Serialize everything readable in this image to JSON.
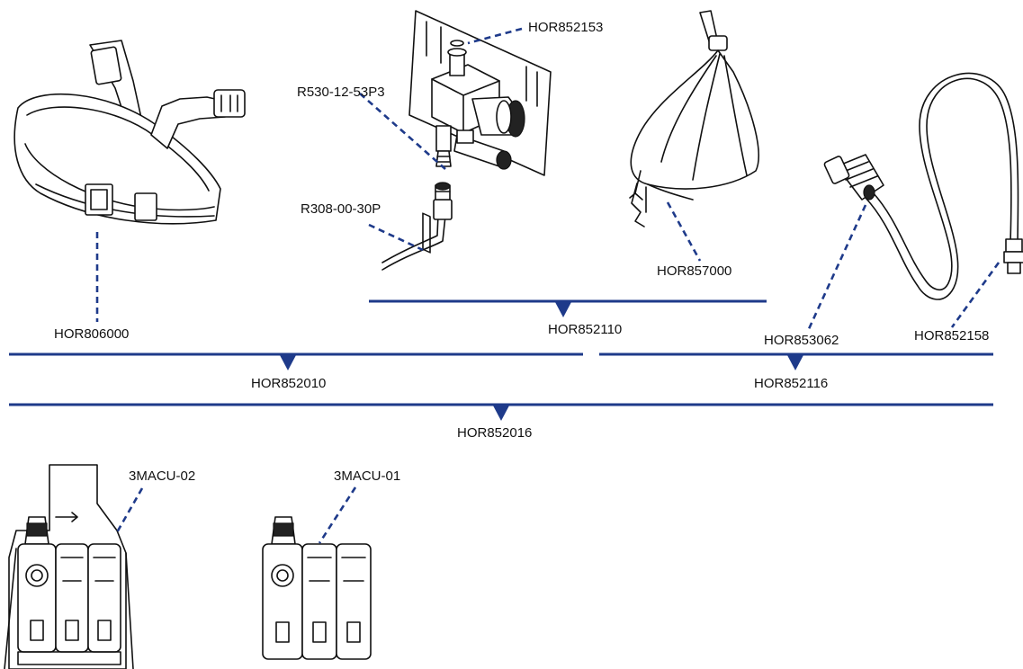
{
  "colors": {
    "accent": "#1e3a8a",
    "ink": "#111111",
    "background": "#ffffff"
  },
  "parts": {
    "belt": "HOR806000",
    "valve": "HOR852153",
    "connector": "R530-12-53P3",
    "hose_fitting": "R308-00-30P",
    "bag": "HOR857000",
    "coupler": "HOR853062",
    "breathing_tube": "HOR852158",
    "control_unit_belt": "3MACU-02",
    "control_unit": "3MACU-01"
  },
  "kits": {
    "valve_bag_kit": "HOR852110",
    "belt_kit": "HOR852010",
    "tube_kit": "HOR852116",
    "full_kit": "HOR852016"
  }
}
